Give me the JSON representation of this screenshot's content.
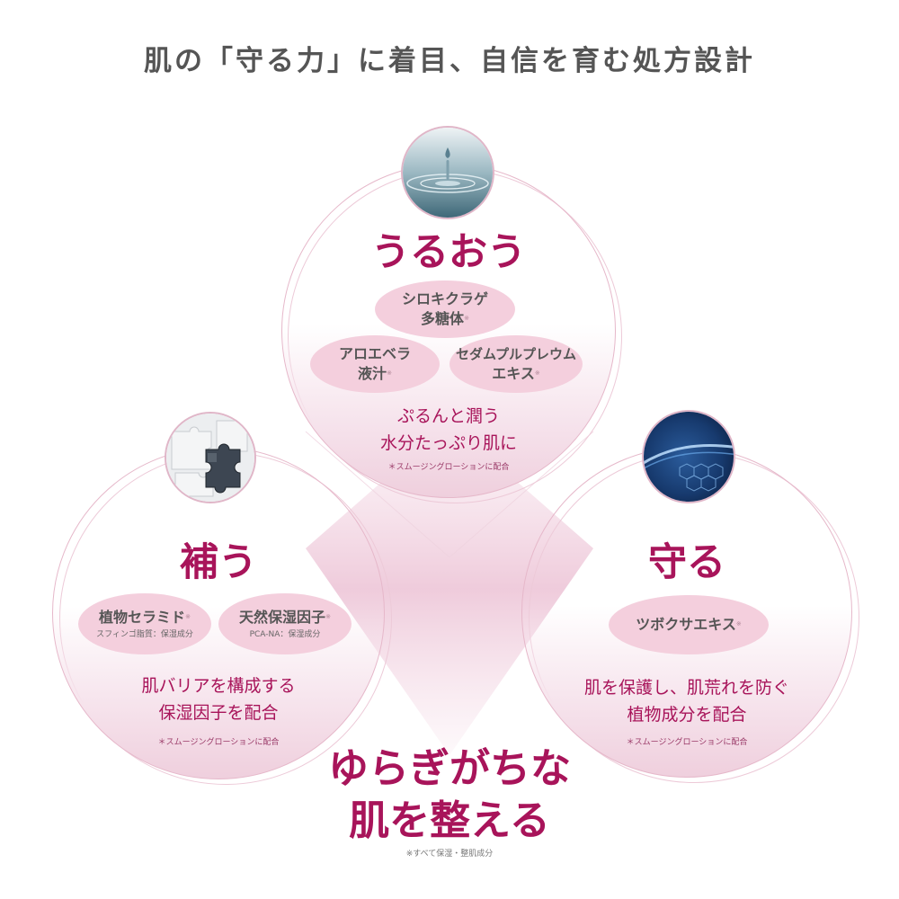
{
  "title": "肌の「守る力」に着目、自信を育む処方設計",
  "top": {
    "heading": "うるおう",
    "ingredients": [
      {
        "lines": [
          "シロキクラゲ",
          "多糖体"
        ],
        "mark": "※"
      },
      {
        "lines": [
          "アロエベラ",
          "液汁"
        ],
        "mark": "※"
      },
      {
        "lines": [
          "セダムプルプレウム",
          "エキス"
        ],
        "mark": "※"
      }
    ],
    "desc": [
      "ぷるんと潤う",
      "水分たっぷり肌に"
    ],
    "note": "＊スムージングローションに配合",
    "icon": "water-droplet-icon"
  },
  "left": {
    "heading": "補う",
    "ingredients": [
      {
        "lines": [
          "植物セラミド"
        ],
        "mark": "※",
        "sub": "スフィンゴ脂質：保湿成分"
      },
      {
        "lines": [
          "天然保湿因子"
        ],
        "mark": "※",
        "sub": "PCA-NA：保湿成分"
      }
    ],
    "desc": [
      "肌バリアを構成する",
      "保湿因子を配合"
    ],
    "note": "＊スムージングローションに配合",
    "icon": "puzzle-icon"
  },
  "right": {
    "heading": "守る",
    "ingredients": [
      {
        "lines": [
          "ツボクサエキス"
        ],
        "mark": "※"
      }
    ],
    "desc": [
      "肌を保護し、肌荒れを防ぐ",
      "植物成分を配合"
    ],
    "note": "＊スムージングローションに配合",
    "icon": "shield-hexagon-icon"
  },
  "final": [
    "ゆらぎがちな",
    "肌を整える"
  ],
  "footnote": "※すべて保湿・整肌成分",
  "colors": {
    "accent": "#a8145a",
    "pill": "#f4cfdd",
    "circle_border": "#e6b8ca",
    "text": "#555555"
  }
}
